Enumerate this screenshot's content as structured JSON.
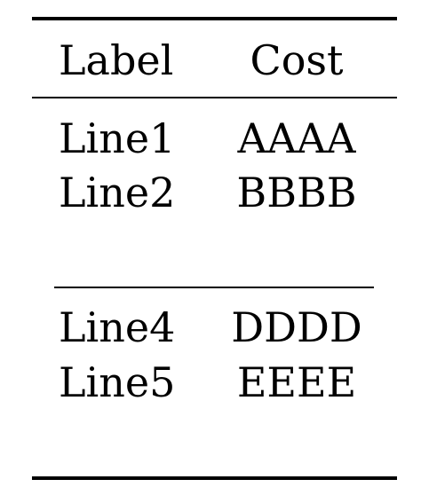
{
  "table": {
    "header": {
      "label": "Label",
      "cost": "Cost"
    },
    "groups": [
      {
        "rows": [
          {
            "label": "Line1",
            "cost": "AAAA"
          },
          {
            "label": "Line2",
            "cost": "BBBB"
          }
        ]
      },
      {
        "rows": [
          {
            "label": "Line4",
            "cost": "DDDD"
          },
          {
            "label": "Line5",
            "cost": "EEEE"
          }
        ]
      }
    ]
  }
}
